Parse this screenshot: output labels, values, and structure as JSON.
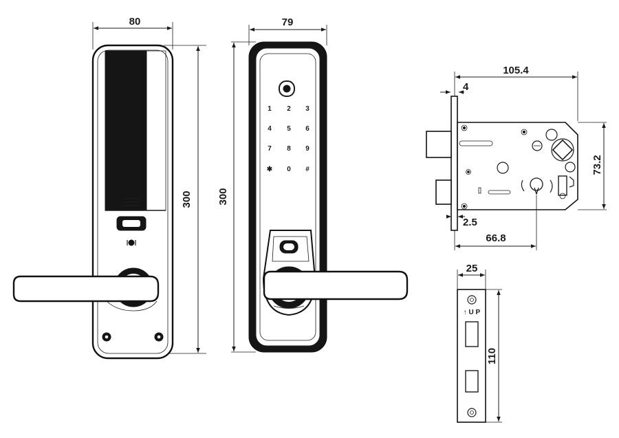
{
  "views": {
    "back": {
      "width_label": "80",
      "height_label": "300"
    },
    "front": {
      "width_label": "79",
      "height_label": "300",
      "keypad": [
        "1",
        "2",
        "3",
        "4",
        "5",
        "6",
        "7",
        "8",
        "9",
        "✱",
        "0",
        "#"
      ]
    },
    "mortise": {
      "width_label": "105.4",
      "faceplate_label": "4",
      "height_label": "73.2",
      "offset_label": "2.5",
      "backset_label": "66.8"
    },
    "strike": {
      "width_label": "25",
      "height_label": "110",
      "up_label": "↑ U P"
    }
  }
}
